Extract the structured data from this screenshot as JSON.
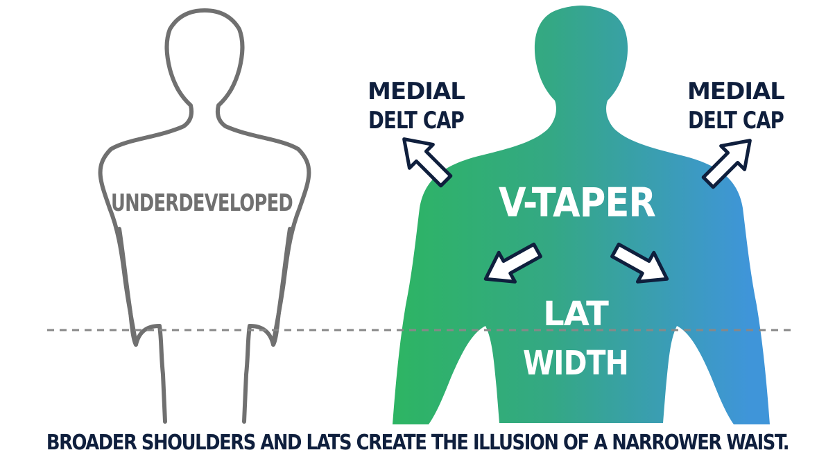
{
  "colors": {
    "outline_grey": "#707070",
    "navy": "#0f1f3d",
    "gradient_green": "#2db562",
    "gradient_blue": "#3f95d9",
    "dashed_line": "#888888"
  },
  "left_figure": {
    "label": "UNDERDEVELOPED"
  },
  "right_figure": {
    "headline": "V-TAPER",
    "lat_label_line1": "LAT",
    "lat_label_line2": "WIDTH",
    "left_callout_line1": "MEDIAL",
    "left_callout_line2": "DELT CAP",
    "right_callout_line1": "MEDIAL",
    "right_callout_line2": "DELT CAP"
  },
  "caption": "BROADER SHOULDERS AND LATS CREATE THE ILLUSION OF A NARROWER WAIST."
}
